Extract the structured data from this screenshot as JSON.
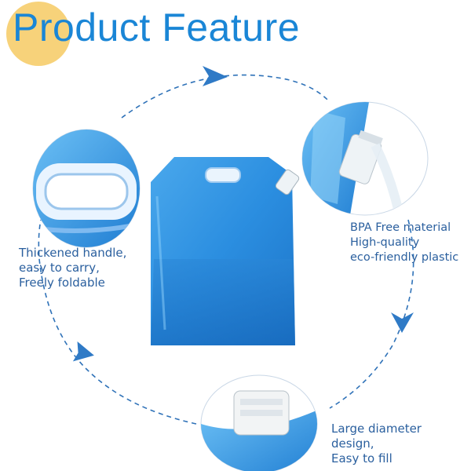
{
  "header": {
    "title": "Product Feature",
    "accent_color": "#f7d27a",
    "title_color": "#1a86d6"
  },
  "features": {
    "handle": {
      "lines": [
        "Thickened handle,",
        "easy to carry,",
        "Freely foldable"
      ],
      "icon": "handle-closeup-icon"
    },
    "material": {
      "lines": [
        "BPA Free material",
        "High-quality",
        "eco-friendly plastic"
      ],
      "icon": "spout-closeup-icon"
    },
    "cap": {
      "lines": [
        "Large diameter",
        "design,",
        "Easy to fill"
      ],
      "icon": "cap-closeup-icon"
    }
  },
  "product": {
    "icon": "water-bag-icon",
    "color": "#2f8fe0"
  }
}
